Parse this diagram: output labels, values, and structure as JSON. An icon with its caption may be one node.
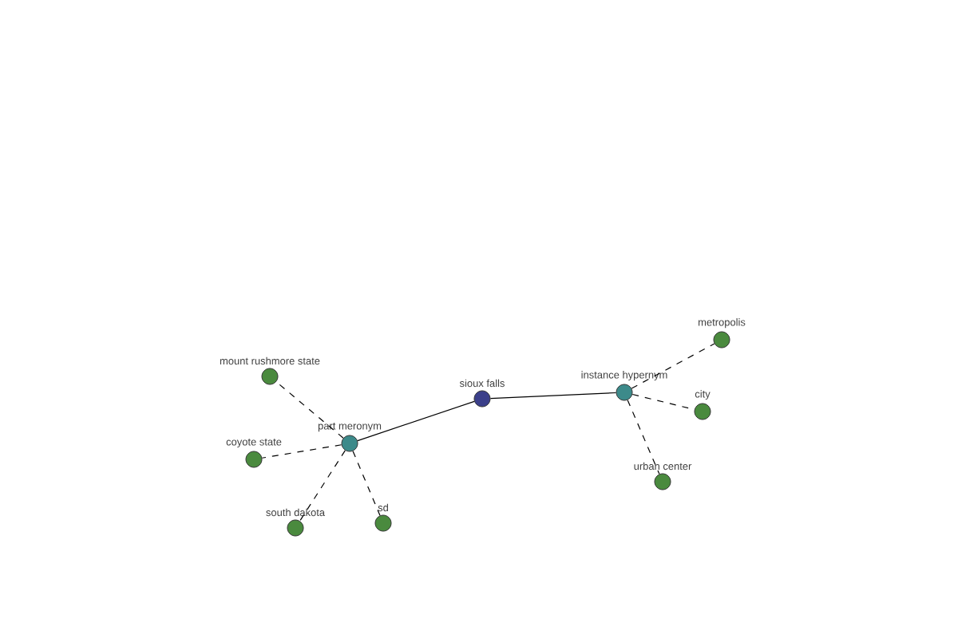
{
  "diagram": {
    "nodes": [
      {
        "text": [
          "sioux falls"
        ]
      },
      {
        "text": [
          "part meronym"
        ]
      },
      {
        "text": [
          "instance hypernym"
        ]
      },
      {
        "text": [
          "mount rushmore state"
        ]
      },
      {
        "text": [
          "coyote state"
        ]
      },
      {
        "text": [
          "south dakota"
        ]
      },
      {
        "text": [
          "sd"
        ]
      },
      {
        "text": [
          "metropolis"
        ]
      },
      {
        "text": [
          "city"
        ]
      },
      {
        "text": [
          "urban center"
        ]
      }
    ],
    "edges": [
      {
        "from": 1,
        "to": 0,
        "arrow": "none"
      },
      {
        "from": 0,
        "to": 2,
        "arrow": "none"
      },
      {
        "from": 1,
        "to": 3,
        "arrow": "none",
        "style": "dashed"
      },
      {
        "from": 1,
        "to": 4,
        "arrow": "none",
        "style": "dashed"
      },
      {
        "from": 1,
        "to": 5,
        "arrow": "none",
        "style": "dashed"
      },
      {
        "from": 1,
        "to": 6,
        "arrow": "none",
        "style": "dashed"
      },
      {
        "from": 2,
        "to": 7,
        "arrow": "none",
        "style": "dashed"
      },
      {
        "from": 2,
        "to": 8,
        "arrow": "none",
        "style": "dashed"
      },
      {
        "from": 2,
        "to": 9,
        "arrow": "none",
        "style": "dashed"
      }
    ]
  }
}
